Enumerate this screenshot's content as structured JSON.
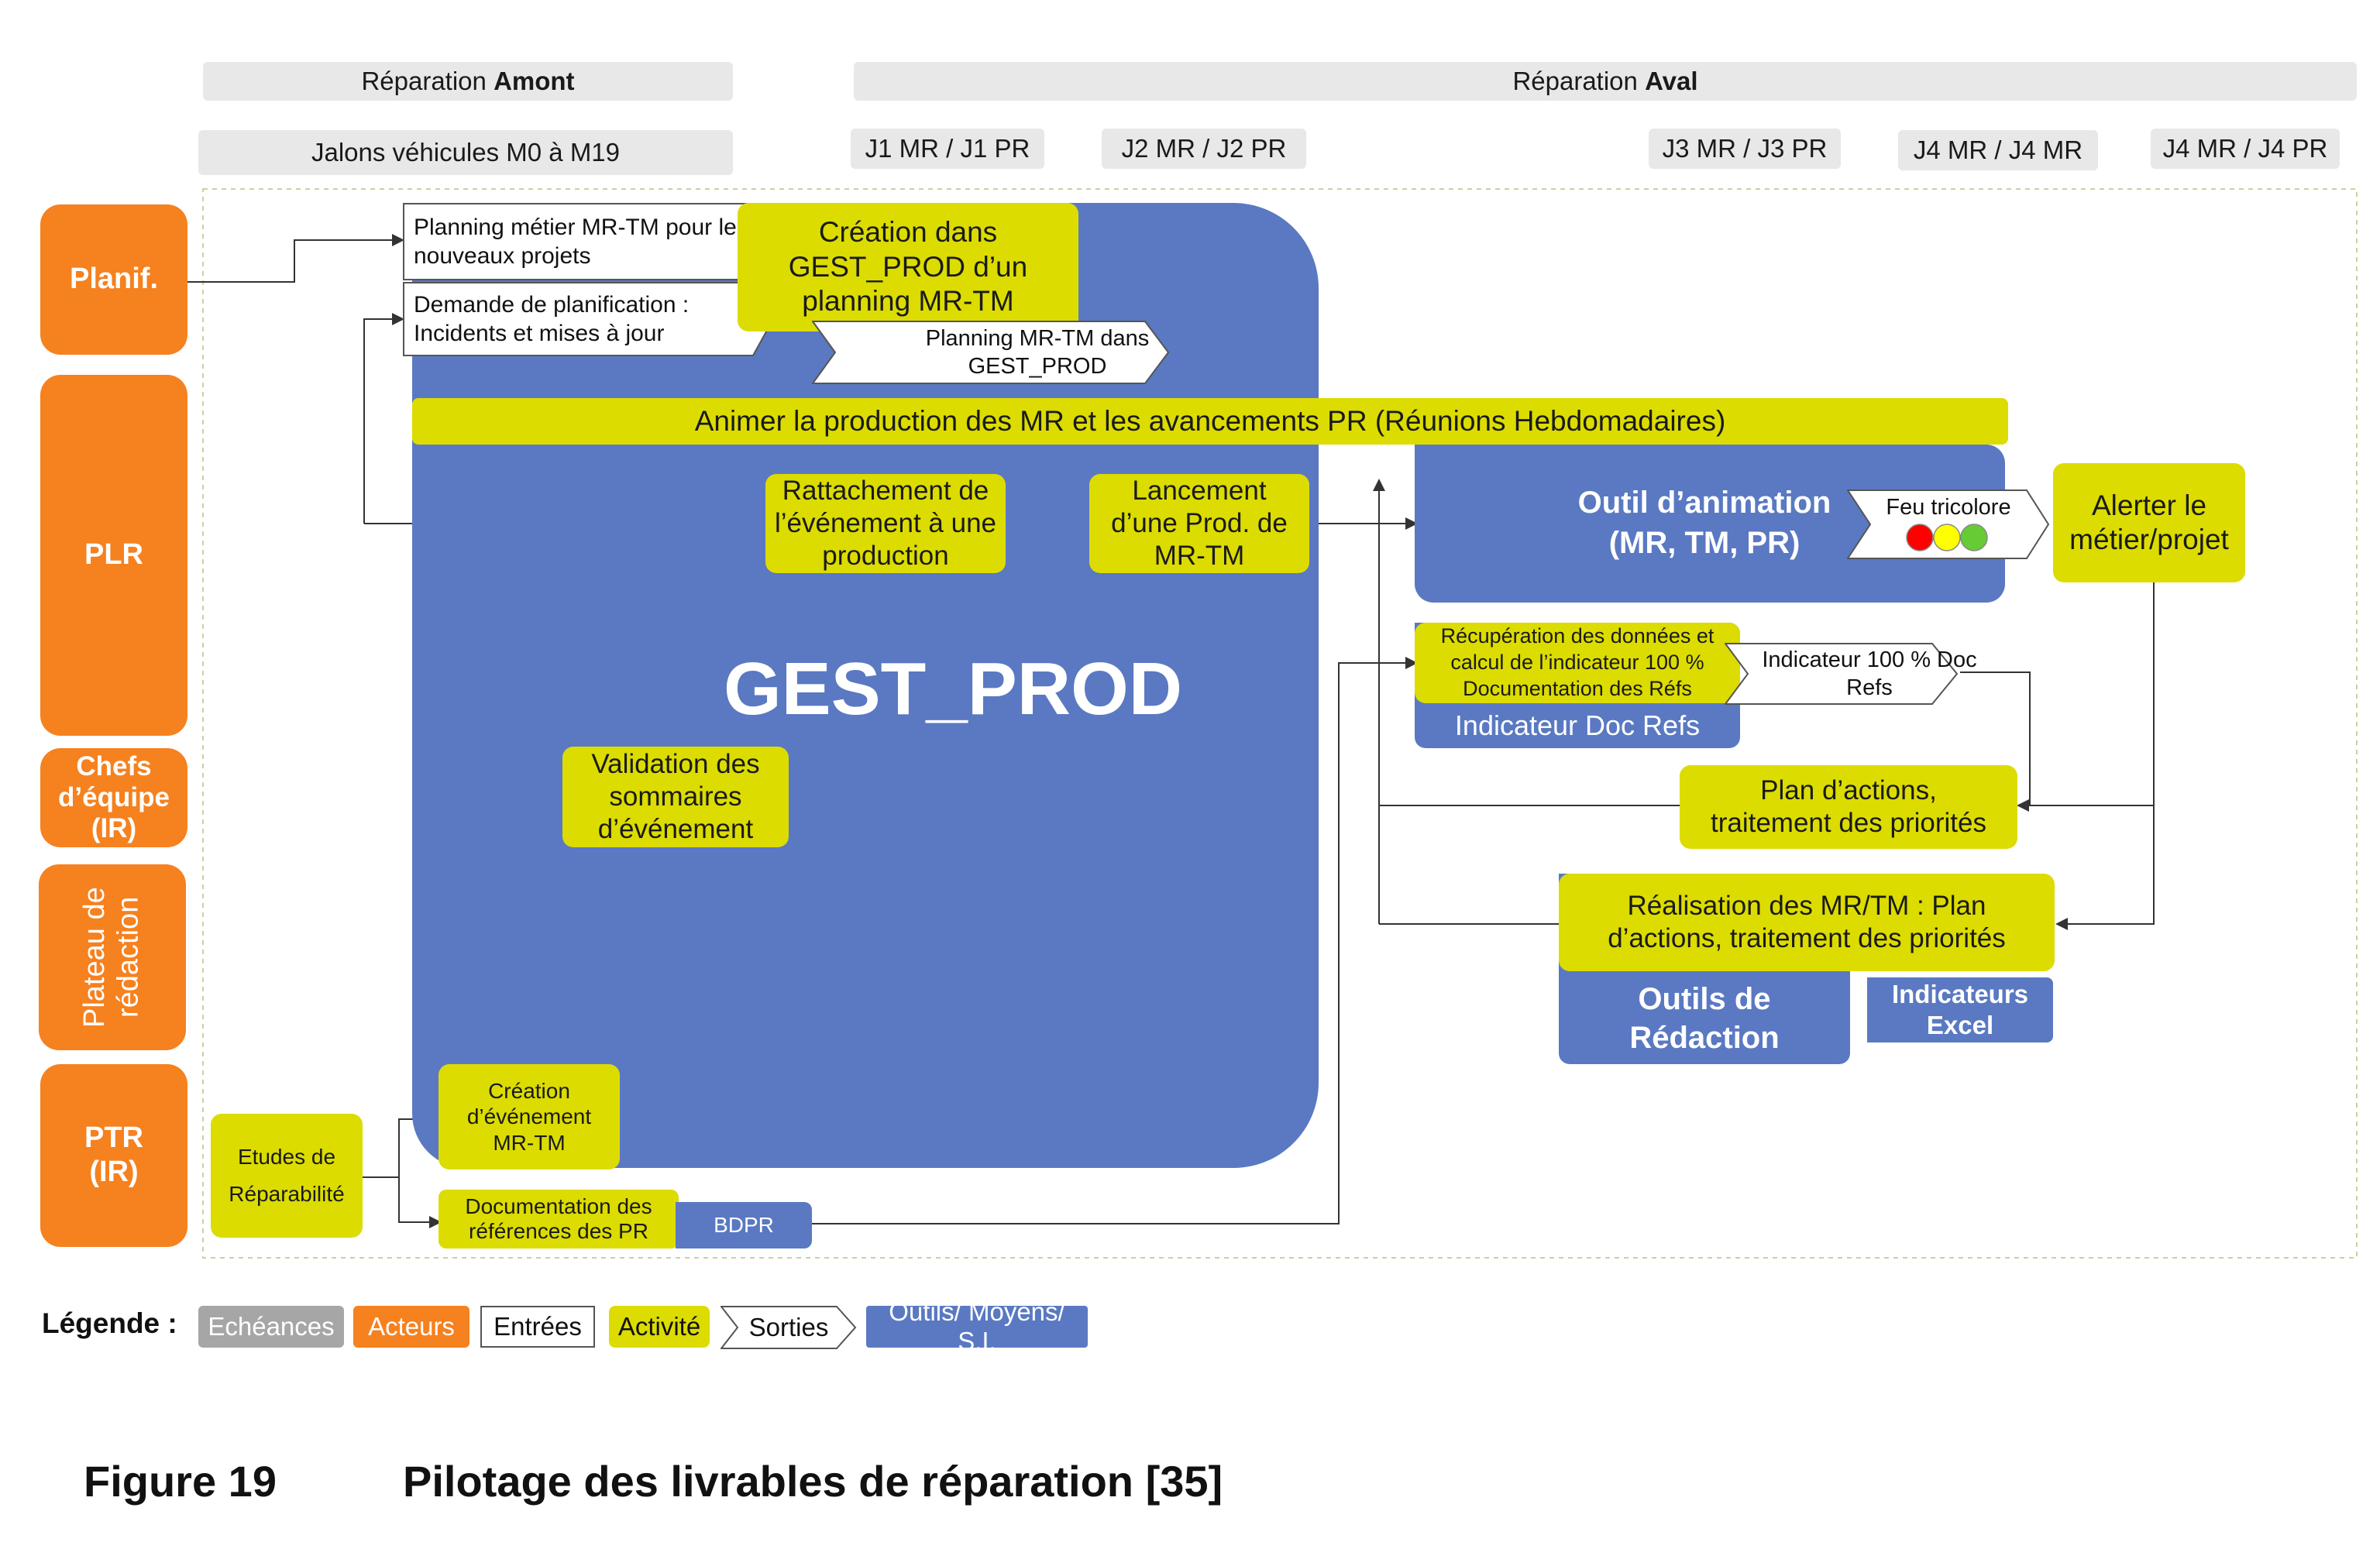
{
  "headers": {
    "amont_prefix": "Réparation ",
    "amont_bold": "Amont",
    "aval_prefix": "Réparation ",
    "aval_bold": "Aval",
    "jalons": "Jalons véhicules M0 à M19",
    "j1": "J1 MR / J1 PR",
    "j2": "J2 MR / J2 PR",
    "j3": "J3 MR / J3 PR",
    "j4a": "J4 MR / J4 MR",
    "j4b": "J4 MR / J4 PR"
  },
  "actors": {
    "planif": "Planif.",
    "plr": "PLR",
    "chefs": "Chefs d’équipe (IR)",
    "plateau": "Plateau de rédaction",
    "ptr": "PTR (IR)"
  },
  "inputs": {
    "planning_metier": "Planning métier MR-TM pour les nouveaux projets",
    "demande": "Demande de planification : Incidents et mises à jour"
  },
  "outputs": {
    "planning_gest_prod": "Planning MR-TM dans GEST_PROD",
    "feu": "Feu tricolore",
    "indicateur_doc": "Indicateur 100 % Doc Refs"
  },
  "activities": {
    "creation_planning": "Création dans GEST_PROD d’un planning MR-TM",
    "animer": "Animer la production des MR et les avancements PR (Réunions Hebdomadaires)",
    "rattachement": "Rattachement de l’événement à une  production",
    "lancement": "Lancement d’une Prod. de MR-TM",
    "alerter": "Alerter le métier/projet",
    "recuperation": "Récupération des données et calcul de l’indicateur 100 % Documentation des Réfs",
    "plan_actions": "Plan d’actions, traitement des priorités",
    "realisation": "Réalisation des MR/TM : Plan d’actions, traitement des priorités",
    "validation": "Validation des sommaires d’événement",
    "creation_evt": "Création d’événement MR-TM",
    "etudes": "Etudes de Réparabilité",
    "documentation": "Documentation des références des PR"
  },
  "tools": {
    "gest_prod": "GEST_PROD",
    "outil_animation": "Outil d’animation (MR, TM, PR)",
    "indicateur_doc_refs": "Indicateur Doc Refs",
    "outils_redaction": "Outils de Rédaction",
    "indicateurs_excel": "Indicateurs Excel",
    "bdpr": "BDPR"
  },
  "legend": {
    "title": "Légende :",
    "echeances": "Echéances",
    "acteurs": "Acteurs",
    "entrees": "Entrées",
    "activite": "Activité",
    "sorties": "Sorties",
    "outils": "Outils/ Moyens/ S.I."
  },
  "caption": {
    "label": "Figure 19",
    "title": "Pilotage des livrables de réparation [35]"
  },
  "colors": {
    "actor": "#f6811f",
    "activity": "#dcdc00",
    "tool": "#5a79c2",
    "header": "#e8e8e8",
    "legend_echeances": "#a6a6a6",
    "light_red": "#ff0000",
    "light_yellow": "#ffff00",
    "light_green": "#66cc33"
  },
  "icons": [
    "traffic-light-icon"
  ]
}
